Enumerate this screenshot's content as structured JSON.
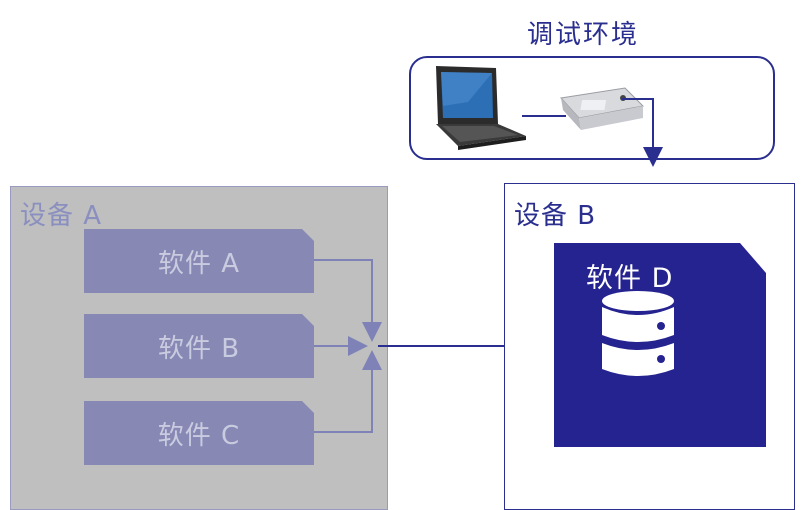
{
  "env": {
    "title": "调试环境"
  },
  "device_a": {
    "label": "设备 A",
    "software": [
      {
        "label": "软件 A"
      },
      {
        "label": "软件 B"
      },
      {
        "label": "软件 C"
      }
    ]
  },
  "device_b": {
    "label": "设备 B",
    "software": {
      "label": "软件 D"
    }
  },
  "icons": {
    "laptop": "laptop-icon",
    "debugger": "debugger-device-icon",
    "database": "database-icon"
  },
  "colors": {
    "accent": "#2a2f8f",
    "device_a_bg": "#bfbfbf",
    "software_block": "#8788b3",
    "software_d_fill": "#25238f"
  }
}
